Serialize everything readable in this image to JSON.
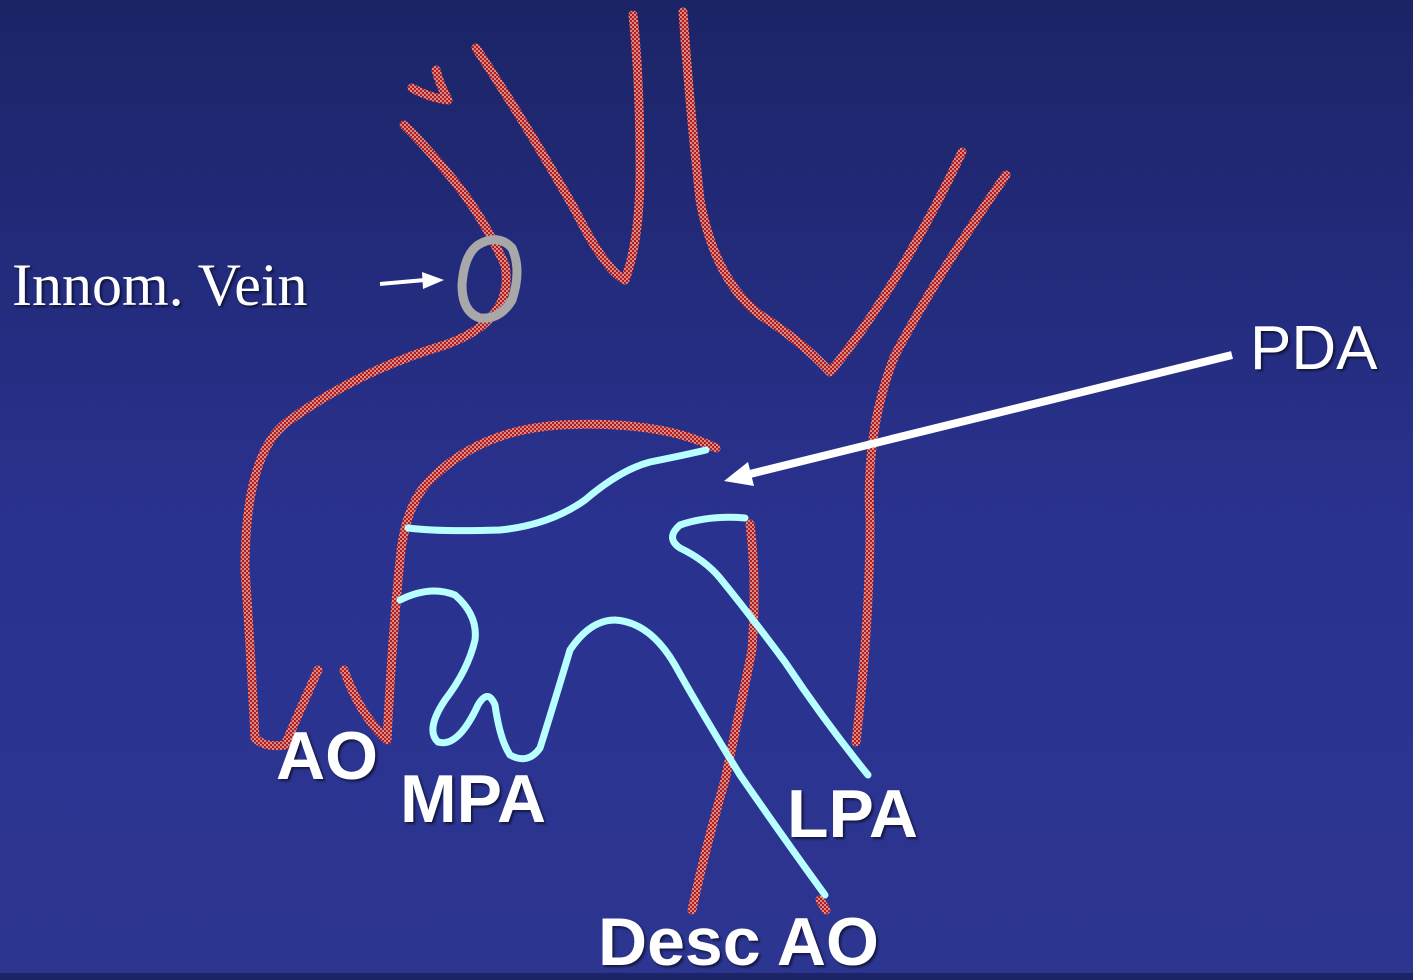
{
  "labels": {
    "innom_vein": "Innom. Vein",
    "pda": "PDA",
    "ao": "AO",
    "mpa": "MPA",
    "lpa": "LPA",
    "desc_ao": "Desc AO"
  },
  "colors": {
    "aorta_outline": "#b01e1e",
    "aorta_hatch": "#d88a8a",
    "pulmonary_outline": "#b8ffff",
    "vein_outline": "#a8a8a8",
    "arrow": "#ffffff",
    "text": "#ffffff"
  }
}
